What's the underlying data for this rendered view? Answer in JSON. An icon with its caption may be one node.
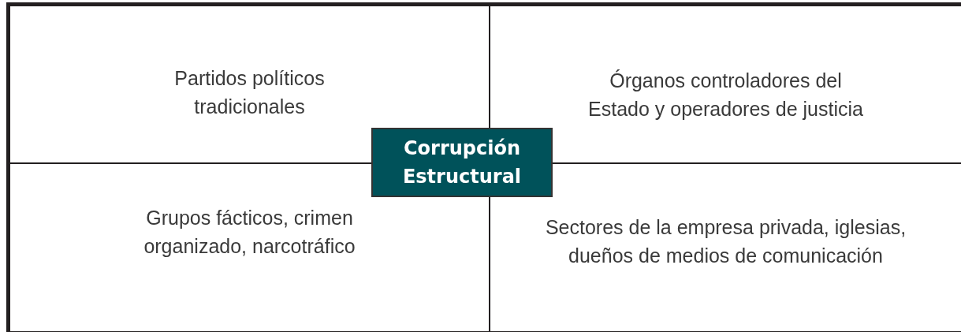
{
  "diagram": {
    "nodes": [
      {
        "text": [
          "Partidos políticos tradicionales"
        ]
      },
      {
        "text": [
          "Órganos controladores del Estado y operadores de justicia"
        ]
      },
      {
        "text": [
          "Grupos fácticos, crimen organizado, narcotráfico"
        ]
      },
      {
        "text": [
          "Sectores de la empresa privada, iglesias, dueños de medios de comunicación"
        ]
      },
      {
        "text": [
          "Corrupción Estructural"
        ]
      }
    ],
    "edges": []
  }
}
